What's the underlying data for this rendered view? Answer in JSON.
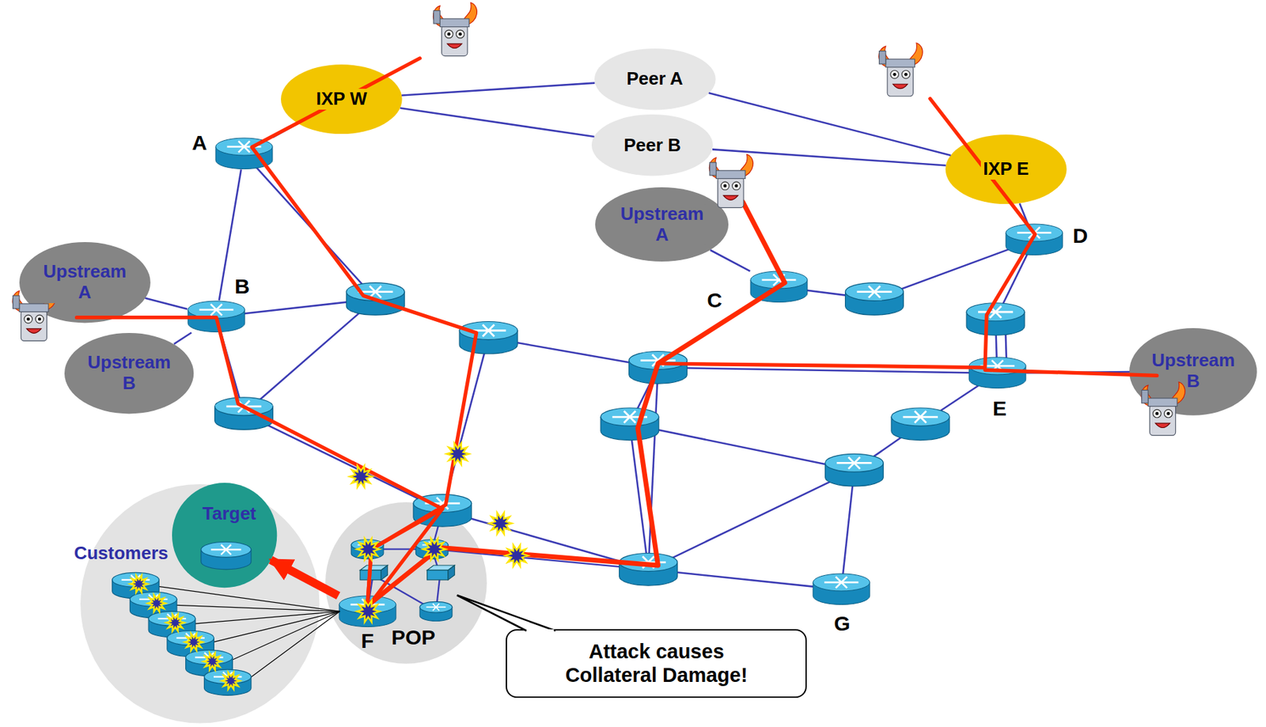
{
  "diagram": {
    "nodes": [
      {
        "text": [
          "IXP W"
        ]
      },
      {
        "text": [
          "Peer A"
        ]
      },
      {
        "text": [
          "Peer B"
        ]
      },
      {
        "text": [
          "A"
        ]
      },
      {
        "text": [
          "IXP E"
        ]
      },
      {
        "text": [
          "Upstream A"
        ]
      },
      {
        "text": [
          "D"
        ]
      },
      {
        "text": [
          "Upstream A"
        ]
      },
      {
        "text": [
          "B"
        ]
      },
      {
        "text": [
          "C"
        ]
      },
      {
        "text": [
          "Upstream B"
        ]
      },
      {
        "text": [
          "Upstream B"
        ]
      },
      {
        "text": [
          "E"
        ]
      },
      {
        "text": [
          "Customers"
        ]
      },
      {
        "text": [
          "Target"
        ],
        "in": 13
      },
      {
        "text": [
          "POP"
        ]
      },
      {
        "text": [
          "F"
        ],
        "in": 15
      },
      {
        "text": [
          "G"
        ]
      },
      {
        "text": [
          "Attack causes Collateral Damage!"
        ]
      }
    ],
    "edges": [
      {
        "from": 0,
        "to": 1,
        "arrow": "none"
      },
      {
        "from": 0,
        "to": 2,
        "arrow": "none"
      },
      {
        "from": 1,
        "to": 4,
        "arrow": "none"
      },
      {
        "from": 2,
        "to": 4,
        "arrow": "none"
      },
      {
        "from": 0,
        "to": 3,
        "arrow": "none"
      },
      {
        "from": 3,
        "to": 8,
        "arrow": "none"
      },
      {
        "from": 7,
        "to": 8,
        "arrow": "none"
      },
      {
        "from": 10,
        "to": 8,
        "arrow": "none"
      },
      {
        "from": 5,
        "to": 9,
        "arrow": "none"
      },
      {
        "from": 4,
        "to": 6,
        "arrow": "none"
      },
      {
        "from": 12,
        "to": 11,
        "arrow": "none"
      },
      {
        "from": 16,
        "to": 14,
        "arrow": "to"
      }
    ]
  }
}
